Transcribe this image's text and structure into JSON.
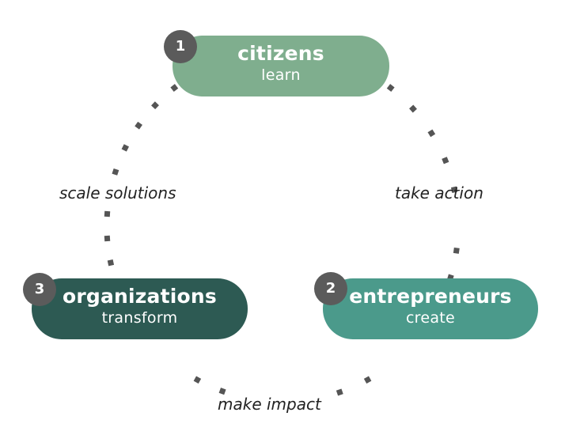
{
  "colors": {
    "citizens": "#7fae8e",
    "entrepreneurs": "#4b9a8b",
    "organizations": "#2d5a53",
    "badge": "#5b5b5b",
    "connector": "#555555"
  },
  "nodes": {
    "citizens": {
      "number": "1",
      "title": "citizens",
      "subtitle": "learn"
    },
    "entrepreneurs": {
      "number": "2",
      "title": "entrepreneurs",
      "subtitle": "create"
    },
    "organizations": {
      "number": "3",
      "title": "organizations",
      "subtitle": "transform"
    }
  },
  "edges": {
    "citizens_to_entrepreneurs": "take action",
    "entrepreneurs_to_organizations": "make impact",
    "organizations_to_citizens": "scale solutions"
  }
}
